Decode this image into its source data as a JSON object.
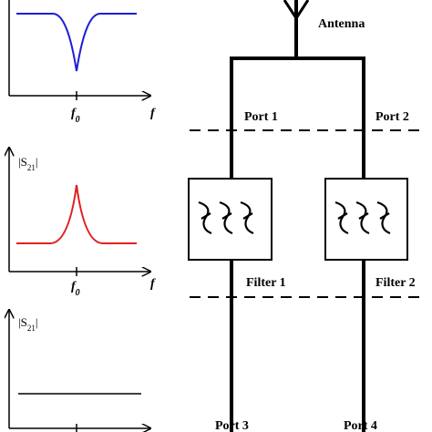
{
  "diagram": {
    "antenna_label": "Antenna",
    "ports": {
      "port1": "Port 1",
      "port2": "Port 2",
      "port3": "Port 3",
      "port4": "Port 4"
    },
    "filters": {
      "filter1": "Filter 1",
      "filter2": "Filter 2"
    }
  },
  "plots": {
    "top": {
      "x_axis": "f",
      "center_tick": "f0",
      "curve_color": "#1f1fd6"
    },
    "middle": {
      "y_axis": "|S21|",
      "x_axis": "f",
      "center_tick": "f0",
      "curve_color": "#e02020"
    },
    "bottom": {
      "y_axis": "|S21|",
      "curve_color": "#000000"
    }
  }
}
